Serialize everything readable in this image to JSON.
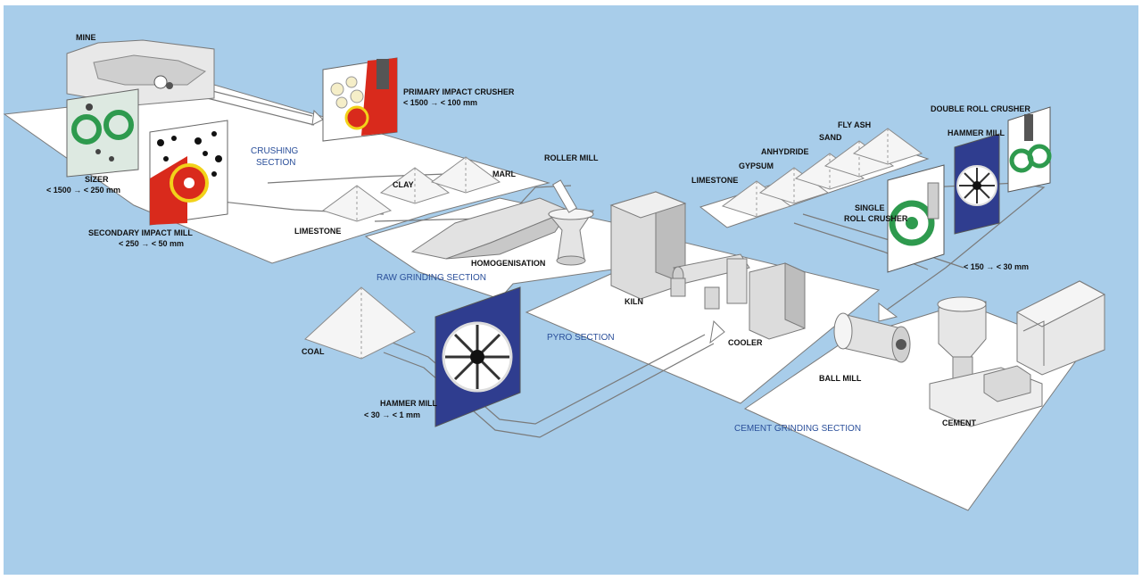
{
  "colors": {
    "background": "#a8cdea",
    "platform": "#ffffff",
    "section_text": "#2a4f9a",
    "label_text": "#111111",
    "crusher_red": "#d92a1c",
    "crusher_green": "#2e9a4e",
    "crusher_blue": "#2f3d8f",
    "crusher_yellow": "#f2d21a"
  },
  "labels": {
    "mine": "MINE",
    "sizer": "SIZER",
    "sizer_range": "< 1500 → < 250 mm",
    "secondary_mill": "SECONDARY IMPACT MILL",
    "secondary_range": "< 250 → < 50 mm",
    "primary_crusher": "PRIMARY IMPACT CRUSHER",
    "primary_range": "< 1500 → < 100 mm",
    "clay": "CLAY",
    "marl": "MARL",
    "limestone_raw": "LIMESTONE",
    "roller_mill": "ROLLER MILL",
    "homogenisation": "HOMOGENISATION",
    "kiln": "KILN",
    "cooler": "COOLER",
    "coal": "COAL",
    "hammer_mill_coal": "HAMMER MILL",
    "hammer_coal_range": "< 30 → < 1 mm",
    "limestone_add": "LIMESTONE",
    "gypsum": "GYPSUM",
    "anhydride": "ANHYDRIDE",
    "sand": "SAND",
    "fly_ash": "FLY ASH",
    "double_roll": "DOUBLE ROLL CRUSHER",
    "hammer_mill_add": "HAMMER MILL",
    "single_roll_1": "SINGLE",
    "single_roll_2": "ROLL CRUSHER",
    "additive_range": "< 150 → < 30 mm",
    "ball_mill": "BALL MILL",
    "cement": "CEMENT"
  },
  "sections": {
    "crushing_1": "CRUSHING",
    "crushing_2": "SECTION",
    "raw_grinding": "RAW GRINDING SECTION",
    "pyro": "PYRO SECTION",
    "cement_grinding": "CEMENT GRINDING SECTION"
  }
}
